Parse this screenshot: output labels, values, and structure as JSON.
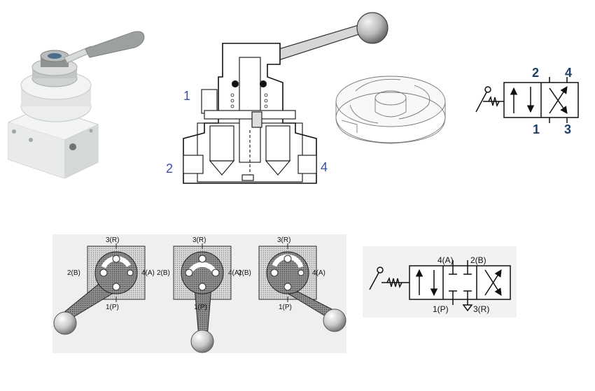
{
  "section_view": {
    "labels": [
      "1",
      "2",
      "4"
    ]
  },
  "symbol_top": {
    "labels": [
      "2",
      "4",
      "1",
      "3"
    ]
  },
  "rotary_positions": [
    {
      "top": "3(R)",
      "left": "2(B)",
      "right": "4(A)",
      "bottom": "1(P)"
    },
    {
      "top": "3(R)",
      "left": "2(B)",
      "right": "4(A)",
      "bottom": "1(P)"
    },
    {
      "top": "3(R)",
      "left": "2(B)",
      "right": "4(A)",
      "bottom": "1(P)"
    }
  ],
  "symbol_bottom": {
    "labels": [
      "4(A)",
      "2(B)",
      "1(P)",
      "3(R)"
    ]
  },
  "colors": {
    "label_blue": "#3b4fa8",
    "label_dark": "#1f3f66",
    "body_grey": "#e8eaea",
    "lever_grey": "#9a9c9c"
  }
}
